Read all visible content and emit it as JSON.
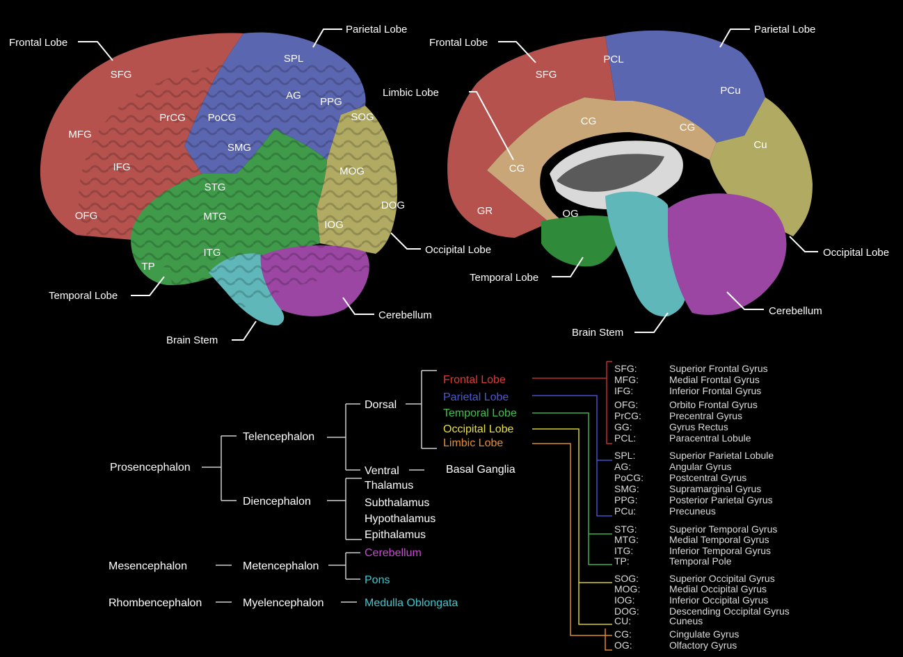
{
  "colors": {
    "frontal": "#b5524e",
    "parietal": "#5b66b0",
    "temporal": "#3f9a4a",
    "occipital": "#b0aa62",
    "limbic": "#c9a678",
    "cerebellum": "#9a46a2",
    "brainstem": "#5fb7b9",
    "frontal_text": "#e23a36",
    "parietal_text": "#4a58d8",
    "temporal_text": "#3ec44a",
    "occipital_text": "#e8e03a",
    "limbic_text": "#e7902a",
    "cerebellum_text": "#c84ad2",
    "brainstem_text": "#3ec7cf"
  },
  "lateral_view": {
    "callouts": {
      "frontal": "Frontal Lobe",
      "parietal": "Parietal Lobe",
      "occipital": "Occipital Lobe",
      "temporal": "Temporal Lobe",
      "cerebellum": "Cerebellum",
      "brainstem": "Brain Stem"
    },
    "abbr": [
      "SFG",
      "MFG",
      "IFG",
      "OFG",
      "PrCG",
      "PoCG",
      "SMG",
      "SPL",
      "AG",
      "PPG",
      "SOG",
      "MOG",
      "DOG",
      "IOG",
      "STG",
      "MTG",
      "ITG",
      "TP"
    ]
  },
  "medial_view": {
    "callouts": {
      "frontal": "Frontal Lobe",
      "limbic": "Limbic Lobe",
      "parietal": "Parietal Lobe",
      "occipital": "Occipital Lobe",
      "temporal": "Temporal Lobe",
      "cerebellum": "Cerebellum",
      "brainstem": "Brain Stem"
    },
    "abbr": [
      "SFG",
      "PCL",
      "CG",
      "CG",
      "CG",
      "PCu",
      "Cu",
      "GR",
      "OG"
    ]
  },
  "tree": {
    "prosencephalon": "Prosencephalon",
    "telencephalon": "Telencephalon",
    "diencephalon": "Diencephalon",
    "dorsal": "Dorsal",
    "ventral": "Ventral",
    "basal_ganglia": "Basal Ganglia",
    "lobes": [
      "Frontal Lobe",
      "Parietal Lobe",
      "Temporal Lobe",
      "Occipital Lobe",
      "Limbic Lobe"
    ],
    "dien_parts": [
      "Thalamus",
      "Subthalamus",
      "Hypothalamus",
      "Epithalamus"
    ],
    "mesencephalon": "Mesencephalon",
    "metencephalon": "Metencephalon",
    "cerebellum": "Cerebellum",
    "pons": "Pons",
    "rhombencephalon": "Rhombencephalon",
    "myelencephalon": "Myelencephalon",
    "medulla": "Medulla Oblongata"
  },
  "glossary": [
    {
      "abbr": "SFG:",
      "full": "Superior Frontal Gyrus"
    },
    {
      "abbr": "MFG:",
      "full": "Medial Frontal Gyrus"
    },
    {
      "abbr": "IFG:",
      "full": "Inferior Frontal Gyrus"
    },
    {
      "abbr": "OFG:",
      "full": "Orbito Frontal Gyrus"
    },
    {
      "abbr": "PrCG:",
      "full": "Precentral Gyrus"
    },
    {
      "abbr": "GG:",
      "full": "Gyrus Rectus"
    },
    {
      "abbr": "PCL:",
      "full": "Paracentral Lobule"
    },
    {
      "abbr": "SPL:",
      "full": "Superior Parietal Lobule"
    },
    {
      "abbr": "AG:",
      "full": "Angular Gyrus"
    },
    {
      "abbr": "PoCG:",
      "full": "Postcentral Gyrus"
    },
    {
      "abbr": "SMG:",
      "full": "Supramarginal Gyrus"
    },
    {
      "abbr": "PPG:",
      "full": "Posterior Parietal Gyrus"
    },
    {
      "abbr": "PCu:",
      "full": "Precuneus"
    },
    {
      "abbr": "STG:",
      "full": "Superior Temporal Gyrus"
    },
    {
      "abbr": "MTG:",
      "full": "Medial Temporal Gyrus"
    },
    {
      "abbr": "ITG:",
      "full": "Inferior Temporal Gyrus"
    },
    {
      "abbr": "TP:",
      "full": "Temporal Pole"
    },
    {
      "abbr": "SOG:",
      "full": "Superior Occipital Gyrus"
    },
    {
      "abbr": "MOG:",
      "full": "Medial Occipital Gyrus"
    },
    {
      "abbr": "IOG:",
      "full": "Inferior Occipital Gyrus"
    },
    {
      "abbr": "DOG:",
      "full": "Descending Occipital Gyrus"
    },
    {
      "abbr": "CU:",
      "full": "Cuneus"
    },
    {
      "abbr": "CG:",
      "full": "Cingulate Gyrus"
    },
    {
      "abbr": "OG:",
      "full": "Olfactory Gyrus"
    }
  ]
}
